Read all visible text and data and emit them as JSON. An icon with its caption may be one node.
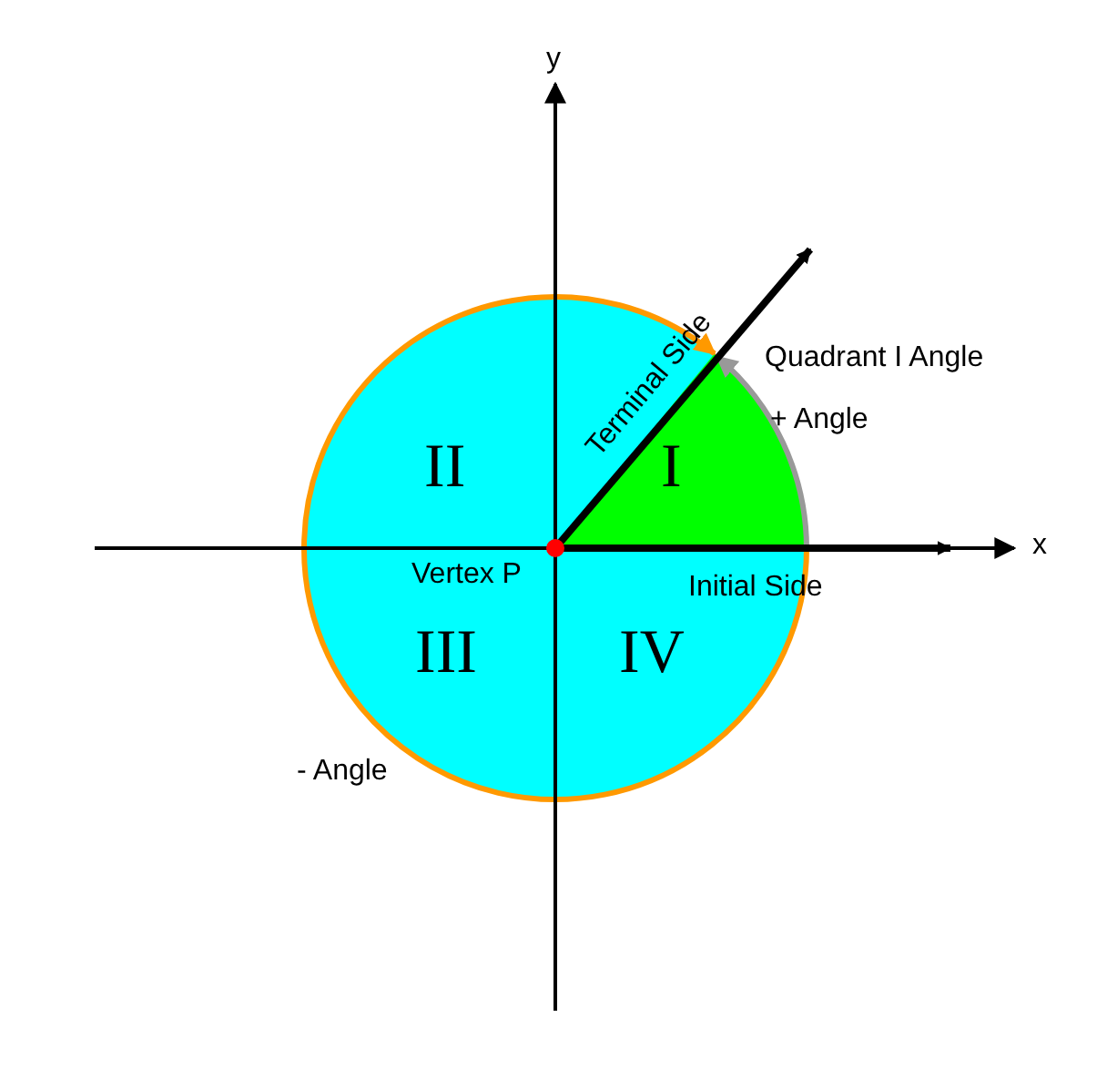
{
  "diagram": {
    "labels": [
      "y",
      "x",
      "Terminal Side",
      "Quadrant I Angle",
      "+ Angle",
      "II",
      "I",
      "Vertex P",
      "Initial Side",
      "III",
      "IV",
      "- Angle"
    ]
  }
}
